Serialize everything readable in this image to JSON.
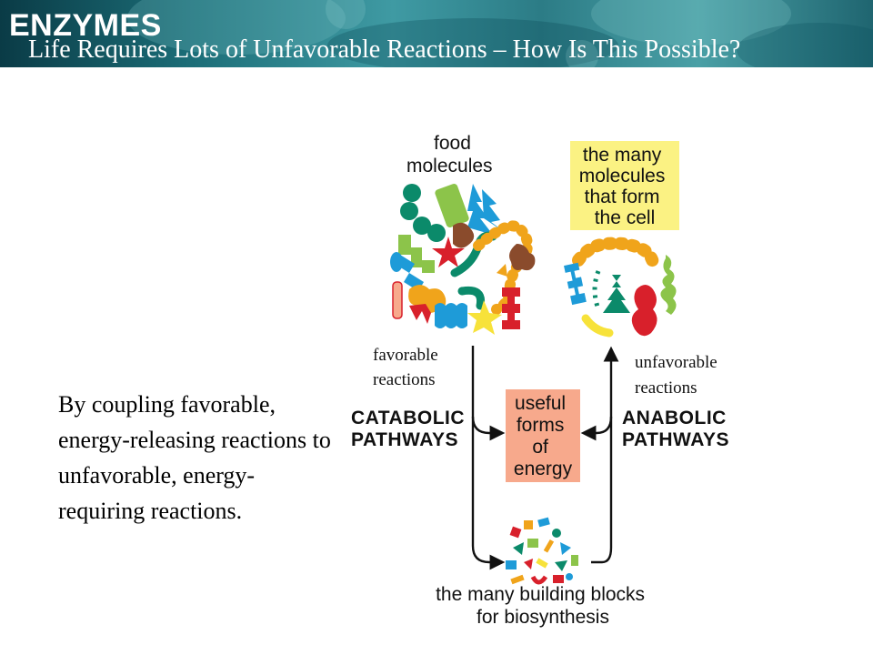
{
  "slide": {
    "brand": "ENZYMES",
    "subtitle": "Life Requires Lots of Unfavorable Reactions – How Is This Possible?",
    "body_text": "By coupling favorable, energy-releasing reactions to unfavorable, energy-requiring reactions."
  },
  "diagram": {
    "food_molecules": [
      "food",
      "molecules"
    ],
    "cell_molecules": [
      "the many",
      "molecules",
      "that form",
      "the cell"
    ],
    "favorable": [
      "favorable",
      "reactions"
    ],
    "unfavorable": [
      "unfavorable",
      "reactions"
    ],
    "catabolic": [
      "CATABOLIC",
      "PATHWAYS"
    ],
    "anabolic": [
      "ANABOLIC",
      "PATHWAYS"
    ],
    "energy": [
      "useful",
      "forms",
      "of",
      "energy"
    ],
    "building_blocks": [
      "the many building blocks",
      "for biosynthesis"
    ]
  },
  "colors": {
    "cell_box": "#fbf283",
    "energy_box": "#f7a98c",
    "blue": "#1e9bd8",
    "green": "#3aa04a",
    "teal": "#0b8a6a",
    "red": "#d8202b",
    "orange": "#f0a41b",
    "brown": "#8a4b2c",
    "lime": "#8cc44a"
  }
}
